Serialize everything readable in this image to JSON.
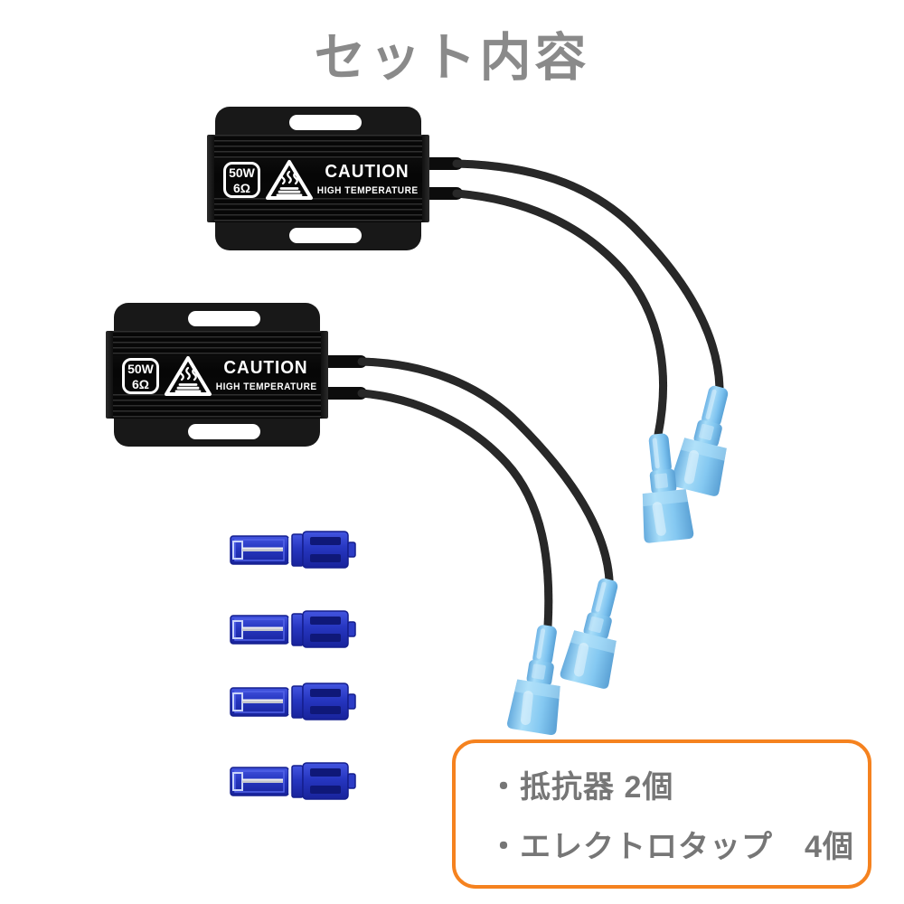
{
  "title": {
    "text": "セット内容"
  },
  "resistors": {
    "units": [
      {
        "wattage": "50W",
        "resistance": "6Ω",
        "caution_title": "CAUTION",
        "caution_subtitle": "HIGH TEMPERATURE"
      },
      {
        "wattage": "50W",
        "resistance": "6Ω",
        "caution_title": "CAUTION",
        "caution_subtitle": "HIGH TEMPERATURE"
      }
    ]
  },
  "electro_taps": {
    "count": 4
  },
  "spade_connectors": {
    "count": 4
  },
  "info_box": {
    "items": [
      "・抵抗器 2個",
      "・エレクトロタップ　4個"
    ]
  },
  "colors": {
    "background": "#ffffff",
    "title_gray": "#8a8a8a",
    "info_text_gray": "#767676",
    "info_border_orange": "#f5821f",
    "resistor_black": "#0d0d0d",
    "tap_blue": "#2a39c8",
    "spade_blue": "#8ccdf3",
    "wire_black": "#1a1a1a"
  }
}
